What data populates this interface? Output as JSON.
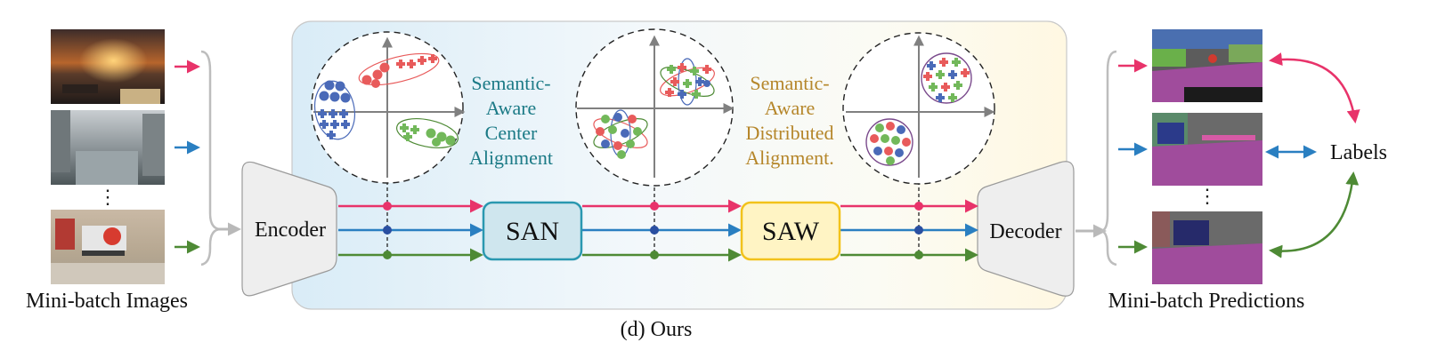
{
  "labels": {
    "input_caption": "Mini-batch Images",
    "output_caption": "Mini-batch Predictions",
    "figure_caption": "(d) Ours",
    "encoder": "Encoder",
    "decoder": "Decoder",
    "san": "SAN",
    "saw": "SAW",
    "labels_node": "Labels",
    "ellipsis": "⋮",
    "center_alignment": [
      "Semantic-",
      "Aware",
      "Center",
      "Alignment"
    ],
    "distributed_alignment": [
      "Semantic-",
      "Aware",
      "Distributed",
      "Alignment."
    ]
  },
  "colors": {
    "red": "#e8336a",
    "blue": "#2a7fc1",
    "green": "#4e8a35",
    "teal_text": "#1b7a86",
    "gold_text": "#b5862a",
    "san_fill": "#cfe6ee",
    "san_stroke": "#2a98b0",
    "saw_fill": "#fff4c4",
    "saw_stroke": "#f2c21b",
    "enc_dec_fill": "#eeeeee",
    "gray": "#b9b9b9",
    "dot_red": "#e85b5b",
    "dot_blue": "#4a6ab8",
    "dot_green": "#72b85a",
    "pred_purple": "#a04c9c"
  },
  "icons": [
    "cluster-scatter",
    "arrow",
    "brace"
  ]
}
